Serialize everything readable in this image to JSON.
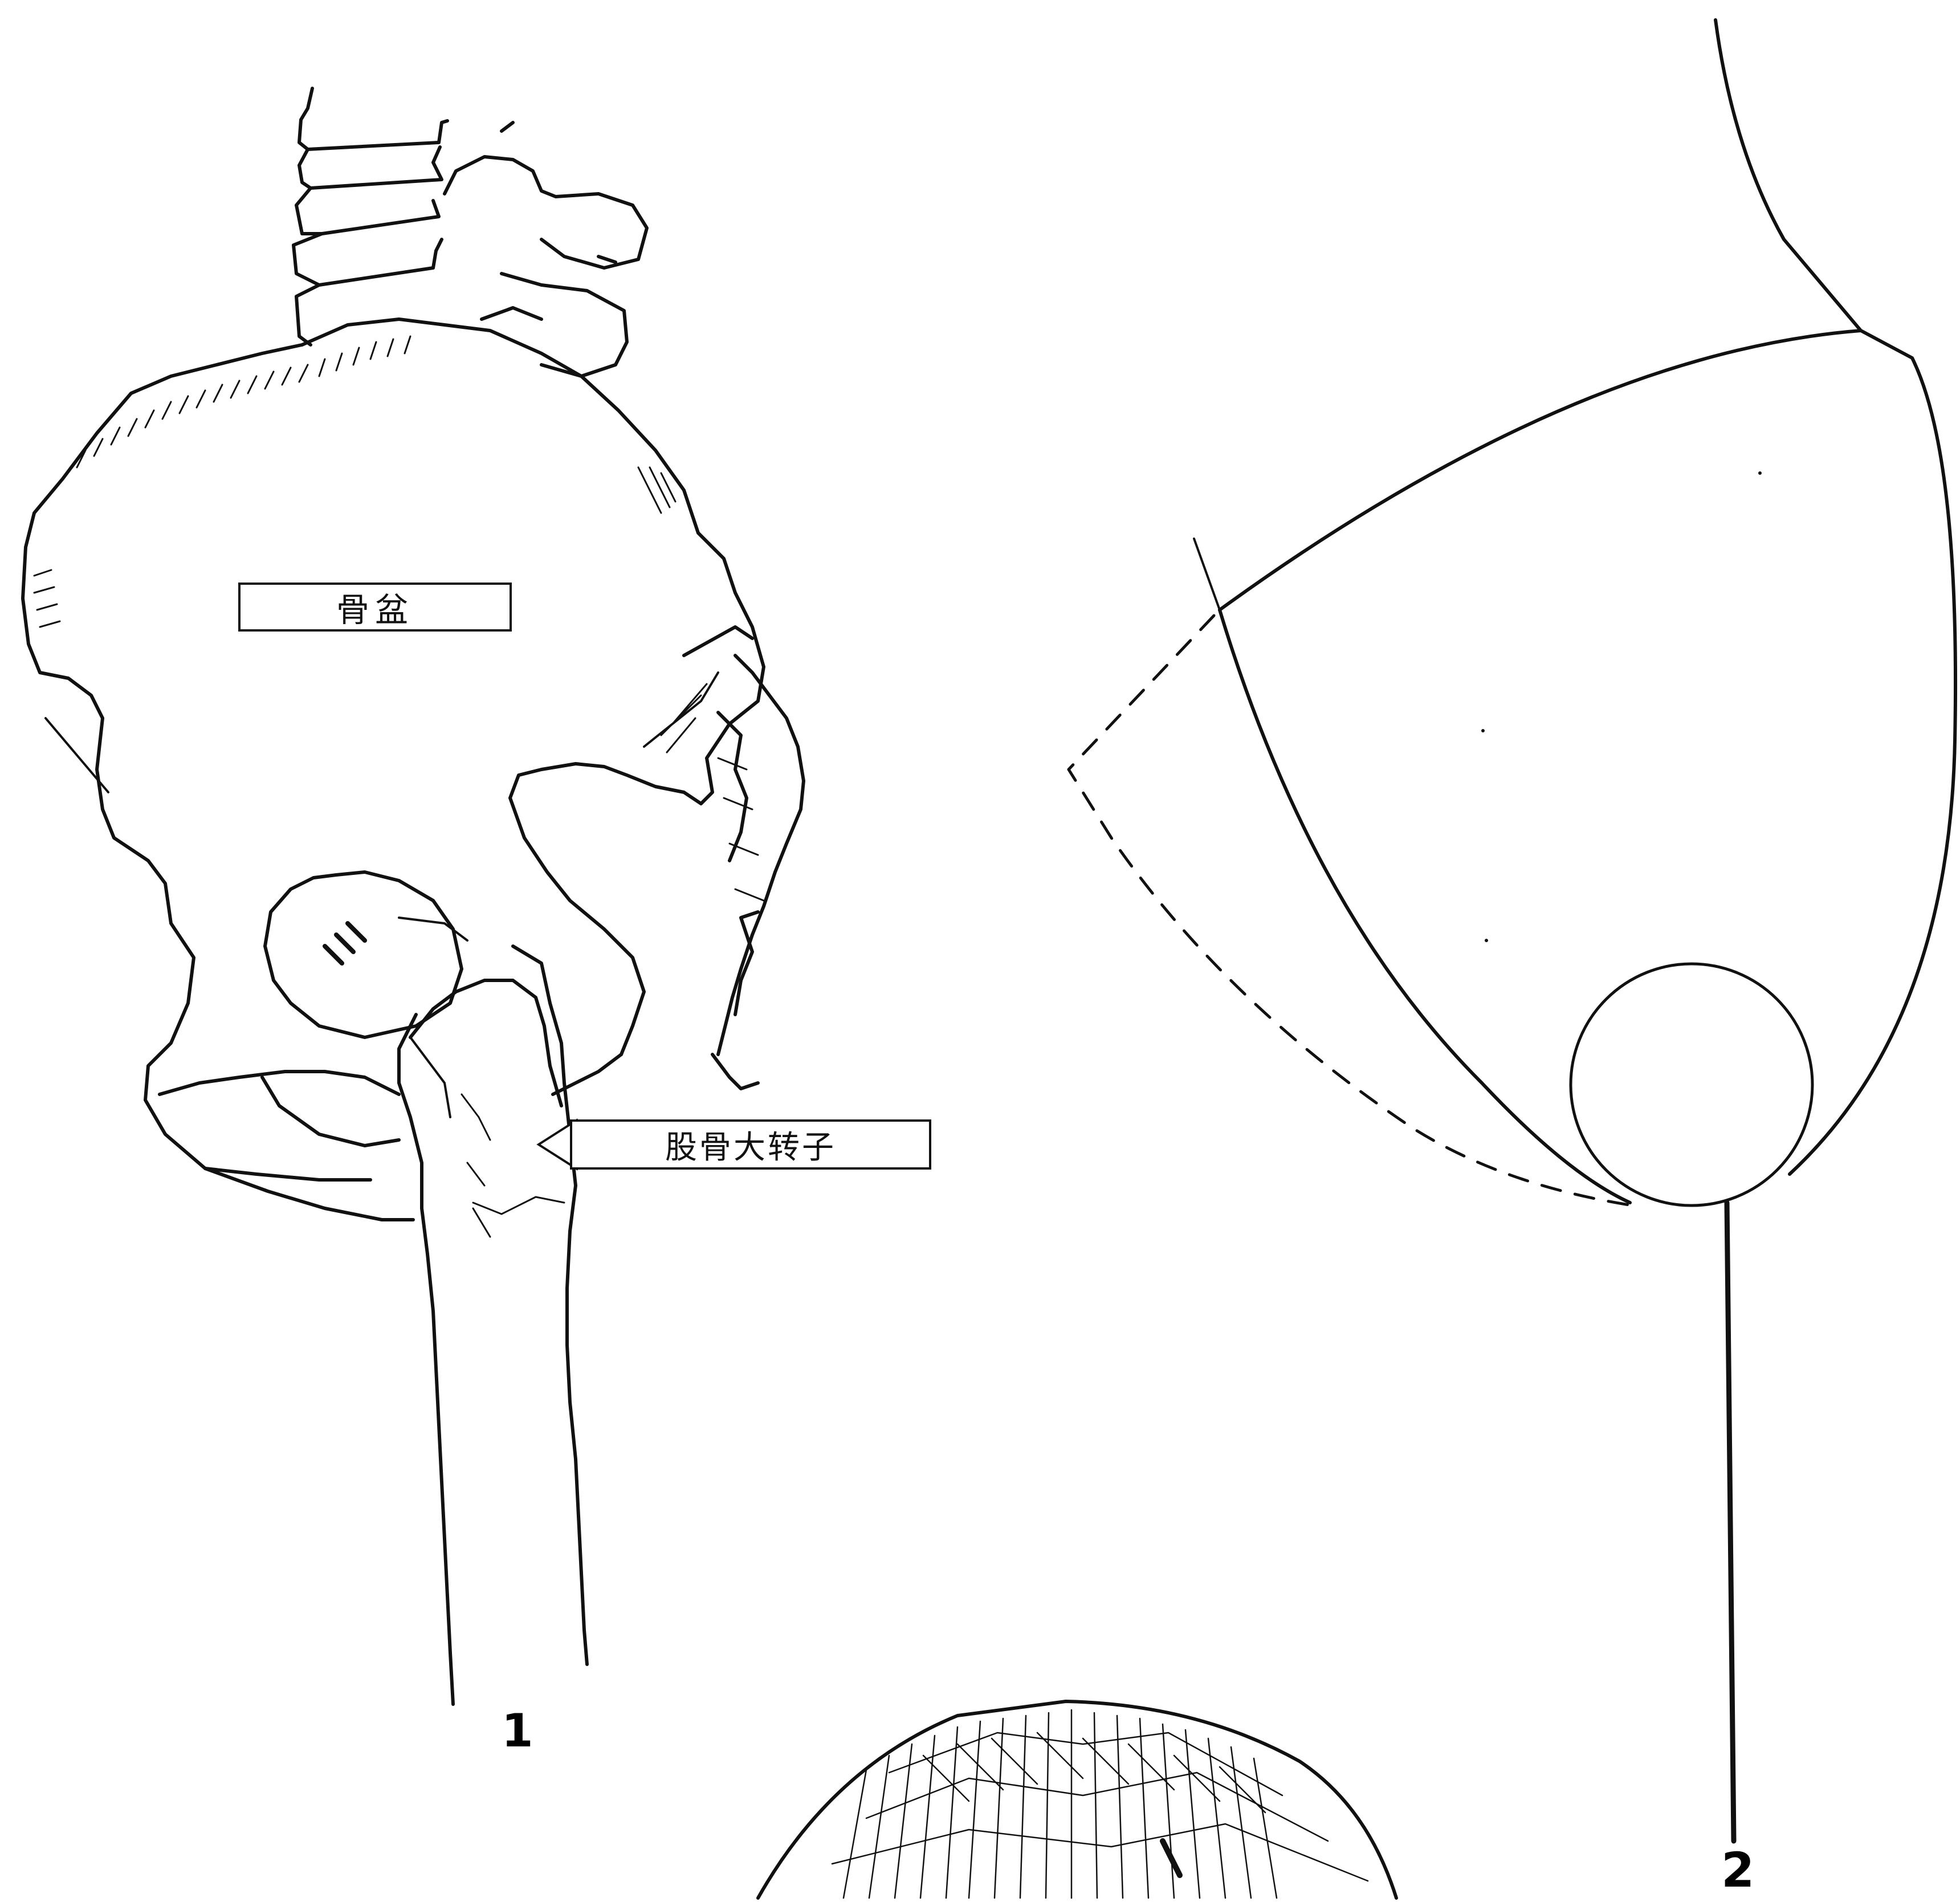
{
  "labels": {
    "pelvis": "骨盆",
    "greater_trochanter": "股骨大转子"
  },
  "figure_numbers": {
    "fig1": "1",
    "fig2": "2"
  }
}
